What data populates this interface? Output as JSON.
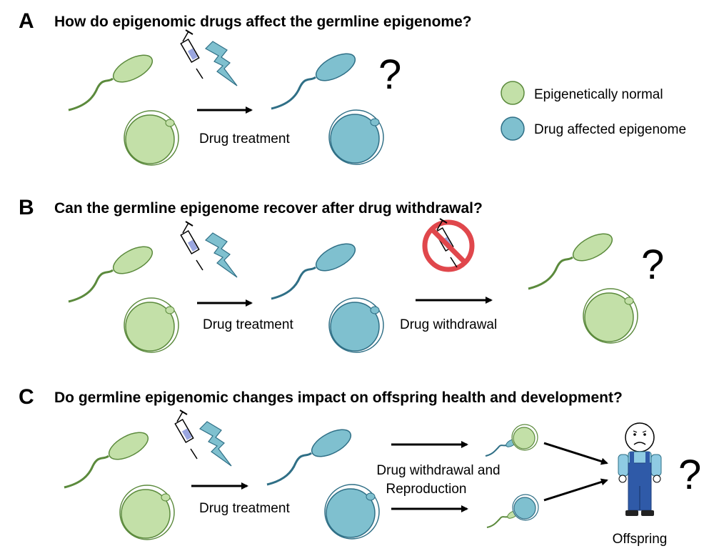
{
  "legend": {
    "normal": {
      "label": "Epigenetically normal",
      "color": "#c3e0a8",
      "stroke": "#5b8a3c"
    },
    "affected": {
      "label": "Drug affected epigenome",
      "color": "#7fc0cf",
      "stroke": "#2f6f86"
    }
  },
  "panels": [
    {
      "letter": "A",
      "question": "How do epigenomic drugs affect the germline epigenome?",
      "step1_label": "Drug treatment",
      "question_mark": "?"
    },
    {
      "letter": "B",
      "question": "Can the germline epigenome recover after drug withdrawal?",
      "step1_label": "Drug treatment",
      "step2_label": "Drug withdrawal",
      "question_mark": "?"
    },
    {
      "letter": "C",
      "question": "Do germline epigenomic changes impact on offspring health and development?",
      "step1_label": "Drug treatment",
      "step2_label_line1": "Drug withdrawal and",
      "step2_label_line2": "Reproduction",
      "offspring_label": "Offspring",
      "question_mark": "?"
    }
  ],
  "icons": {
    "syringe": "syringe-icon",
    "lightning": "lightning-bolt-icon",
    "no_drug": "no-drug-icon",
    "offspring": "offspring-figure-icon"
  },
  "colors": {
    "normal_fill": "#c3e0a8",
    "normal_stroke": "#5b8a3c",
    "affected_fill": "#7fc0cf",
    "affected_stroke": "#2f6f86",
    "prohibit_red": "#e0474c",
    "bolt": "#7fc0cf",
    "overalls": "#2f5aa8",
    "shirt": "#8fcbe3"
  }
}
